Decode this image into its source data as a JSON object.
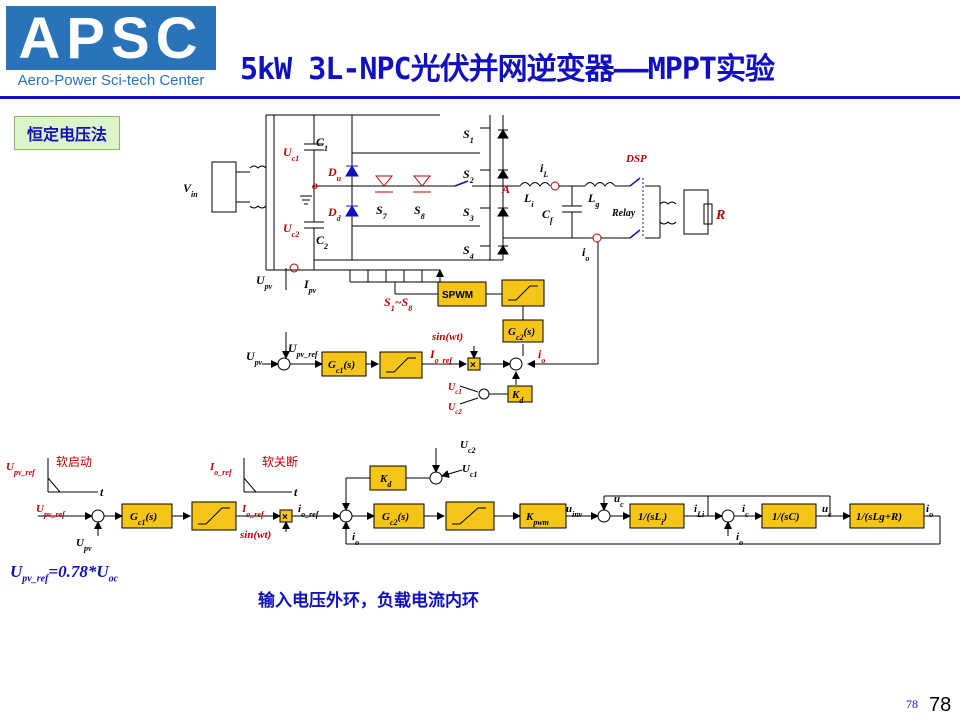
{
  "logo": {
    "letters": "APSC",
    "subtitle": "Aero-Power Sci-tech Center"
  },
  "title": "5kW 3L-NPC光伏并网逆变器——MPPT实验",
  "method_label": "恒定电压法",
  "circuit": {
    "vin": "V",
    "vin_sub": "in",
    "uc1": "U",
    "uc1_sub": "c1",
    "uc2": "U",
    "uc2_sub": "c2",
    "c1": "C",
    "c1_sub": "1",
    "c2": "C",
    "c2_sub": "2",
    "o": "o",
    "du": "D",
    "du_sub": "u",
    "dd": "D",
    "dd_sub": "d",
    "s7": "S",
    "s7_sub": "7",
    "s8": "S",
    "s8_sub": "8",
    "s1": "S",
    "s1_sub": "1",
    "s2": "S",
    "s2_sub": "2",
    "s3": "S",
    "s3_sub": "3",
    "s4": "S",
    "s4_sub": "4",
    "a": "A",
    "il": "i",
    "il_sub": "L",
    "li": "L",
    "li_sub": "i",
    "lg": "L",
    "lg_sub": "g",
    "cf": "C",
    "cf_sub": "f",
    "io": "i",
    "io_sub": "o",
    "dsp": "DSP",
    "relay": "Relay",
    "r": "R",
    "upv": "U",
    "upv_sub": "pv",
    "ipv": "I",
    "ipv_sub": "pv",
    "s18": "S",
    "s18_sub": "1",
    "s18_tail": "~S",
    "s18_sub2": "8",
    "spwm": "SPWM",
    "gc2": "G",
    "gc2_sub": "c2",
    "gc2_tail": "(s)"
  },
  "ctrl_top": {
    "upv": "U",
    "upv_sub": "pv",
    "upv_ref": "U",
    "upv_ref_sub": "pv_ref",
    "gc1": "G",
    "gc1_sub": "c1",
    "gc1_tail": "(s)",
    "sin": "sin(wt)",
    "io_ref": "I",
    "io_ref_sub": "o_ref",
    "io": "i",
    "io_sub": "o",
    "kd": "K",
    "kd_sub": "d",
    "uc1": "U",
    "uc1_sub": "c1",
    "uc2": "U",
    "uc2_sub": "c2"
  },
  "ctrl_bottom": {
    "soft_start": "软启动",
    "soft_stop": "软关断",
    "upv_ref": "U",
    "upv_ref_sub": "pv_ref",
    "t": "t",
    "io_ref": "I",
    "io_ref_sub": "o_ref",
    "upv": "U",
    "upv_sub": "pv",
    "gc1": "G",
    "gc1_sub": "c1",
    "gc1_tail": "(s)",
    "sin": "sin(wt)",
    "io_ref2": "i",
    "io_ref2_sub": "o_ref",
    "io": "i",
    "io_sub": "o",
    "kd": "K",
    "kd_sub": "d",
    "uc2": "U",
    "uc2_sub": "c2",
    "uc1": "U",
    "uc1_sub": "c1",
    "gc2": "G",
    "gc2_sub": "c2",
    "gc2_tail": "(s)",
    "kpwm": "K",
    "kpwm_sub": "pwm",
    "uinv": "u",
    "uinv_sub": "inv",
    "uc": "u",
    "uc_sub": "c",
    "sli": "1/(sL",
    "sli_sub": "i",
    "sli_tail": ")",
    "ili": "i",
    "ili_sub": "Li",
    "ic": "i",
    "ic_sub": "c",
    "sc": "1/(sC)",
    "uc_out": "u",
    "uc_out_sub": "c",
    "slg": "1/(sLg+R)",
    "io_out": "i",
    "io_out_sub": "o"
  },
  "formula": {
    "lhs": "U",
    "lhs_sub": "pv_ref",
    "eq": "=0.78*",
    "rhs": "U",
    "rhs_sub": "oc"
  },
  "caption": "输入电压外环，负载电流内环",
  "page_small": "78",
  "page_big": "78"
}
